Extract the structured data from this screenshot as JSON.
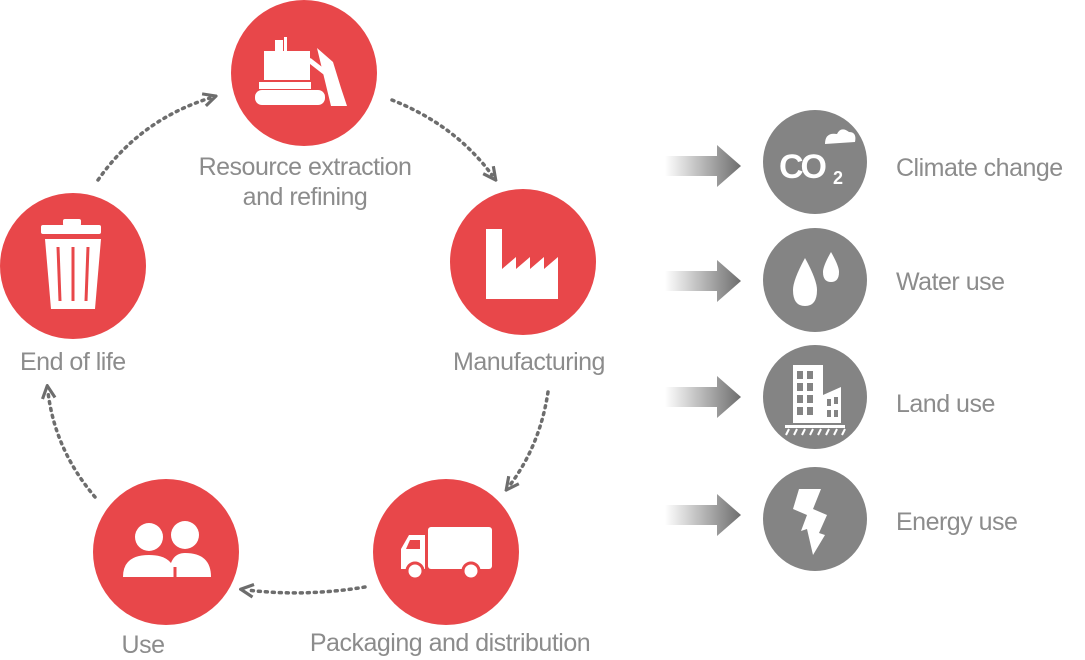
{
  "cycle": {
    "stages": [
      {
        "id": "resource",
        "label_line1": "Resource extraction",
        "label_line2": "and refining",
        "icon": "bulldozer-icon"
      },
      {
        "id": "manufacturing",
        "label_line1": "Manufacturing",
        "icon": "factory-icon"
      },
      {
        "id": "packaging",
        "label_line1": "Packaging and distribution",
        "icon": "truck-icon"
      },
      {
        "id": "use",
        "label_line1": "Use",
        "icon": "people-icon"
      },
      {
        "id": "endoflife",
        "label_line1": "End of life",
        "icon": "trash-can-icon"
      }
    ]
  },
  "impacts": [
    {
      "label": "Climate change",
      "icon": "co2-cloud-icon"
    },
    {
      "label": "Water use",
      "icon": "water-drops-icon"
    },
    {
      "label": "Land use",
      "icon": "buildings-icon"
    },
    {
      "label": "Energy use",
      "icon": "lightning-icon"
    }
  ],
  "colors": {
    "accent": "#e8474a",
    "impact_gray": "#848484",
    "text_gray": "#8c8c8c",
    "dots": "#6d6d6d"
  }
}
